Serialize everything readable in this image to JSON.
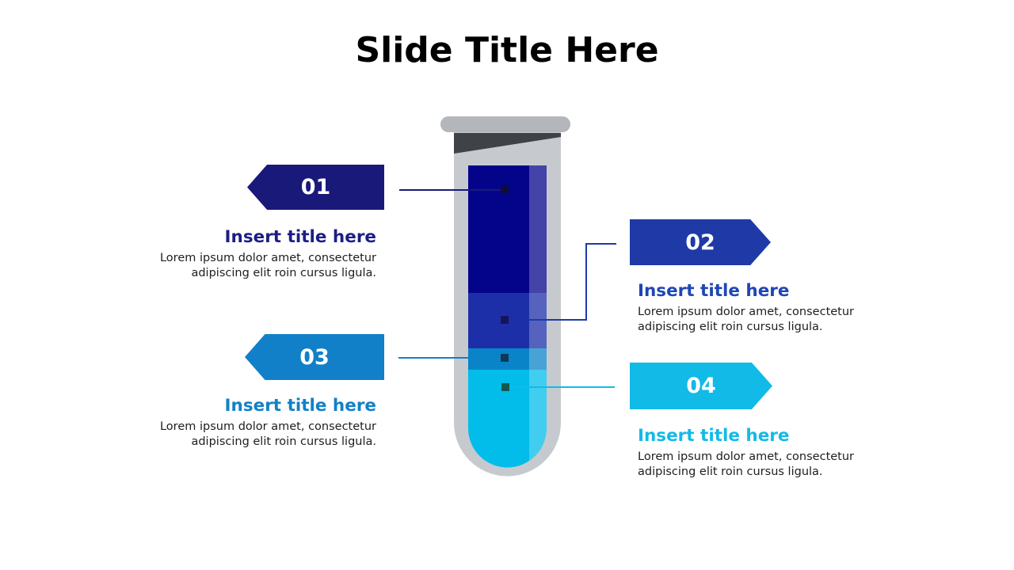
{
  "slide": {
    "title": "Slide Title Here",
    "background_color": "#ffffff",
    "body_text_color": "#1E1E1E"
  },
  "tube": {
    "rim_color": "#B3B7BC",
    "glass_color": "#C6CACE",
    "opening_color": "#3F4247",
    "highlight_color": "rgba(255,255,255,0.25)"
  },
  "items": [
    {
      "number": "01",
      "heading": "Insert title here",
      "body": "Lorem ipsum dolor amet, consectetur adipiscing elit roin cursus ligula.",
      "arrow_color": "#19197A",
      "heading_color": "#1D1D86",
      "line_color": "#19197A",
      "liquid_color": "#04048B",
      "marker_color": "#0D0D38"
    },
    {
      "number": "02",
      "heading": "Insert title here",
      "body": "Lorem ipsum dolor amet, consectetur adipiscing elit roin cursus ligula.",
      "arrow_color": "#1F3AA6",
      "heading_color": "#1E46B4",
      "line_color": "#1F3AA6",
      "liquid_color": "#1D2FA8",
      "marker_color": "#15155A"
    },
    {
      "number": "03",
      "heading": "Insert title here",
      "body": "Lorem ipsum dolor amet, consectetur adipiscing elit roin cursus ligula.",
      "arrow_color": "#1280C8",
      "heading_color": "#1280C8",
      "line_color": "#1280C8",
      "liquid_color": "#0A84C8",
      "marker_color": "#0D3A55"
    },
    {
      "number": "04",
      "heading": "Insert title here",
      "body": "Lorem ipsum dolor amet, consectetur adipiscing elit roin cursus ligula.",
      "arrow_color": "#12BAE8",
      "heading_color": "#12BAE8",
      "line_color": "#12BAE8",
      "liquid_color": "#02BCEA",
      "marker_color": "#11594F"
    }
  ]
}
